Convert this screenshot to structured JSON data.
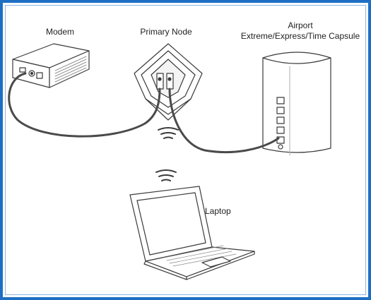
{
  "labels": {
    "modem": "Modem",
    "primary_node": "Primary Node",
    "airport_line1": "Airport",
    "airport_line2": "Extreme/Express/Time Capsule",
    "laptop": "Laptop"
  },
  "colors": {
    "frame_border": "#1e6fc4",
    "line": "#3a3a3a",
    "cable": "#4a4a4a"
  },
  "icons": [
    "modem-icon",
    "primary-node-icon",
    "airport-icon",
    "laptop-icon",
    "wifi-icon"
  ]
}
